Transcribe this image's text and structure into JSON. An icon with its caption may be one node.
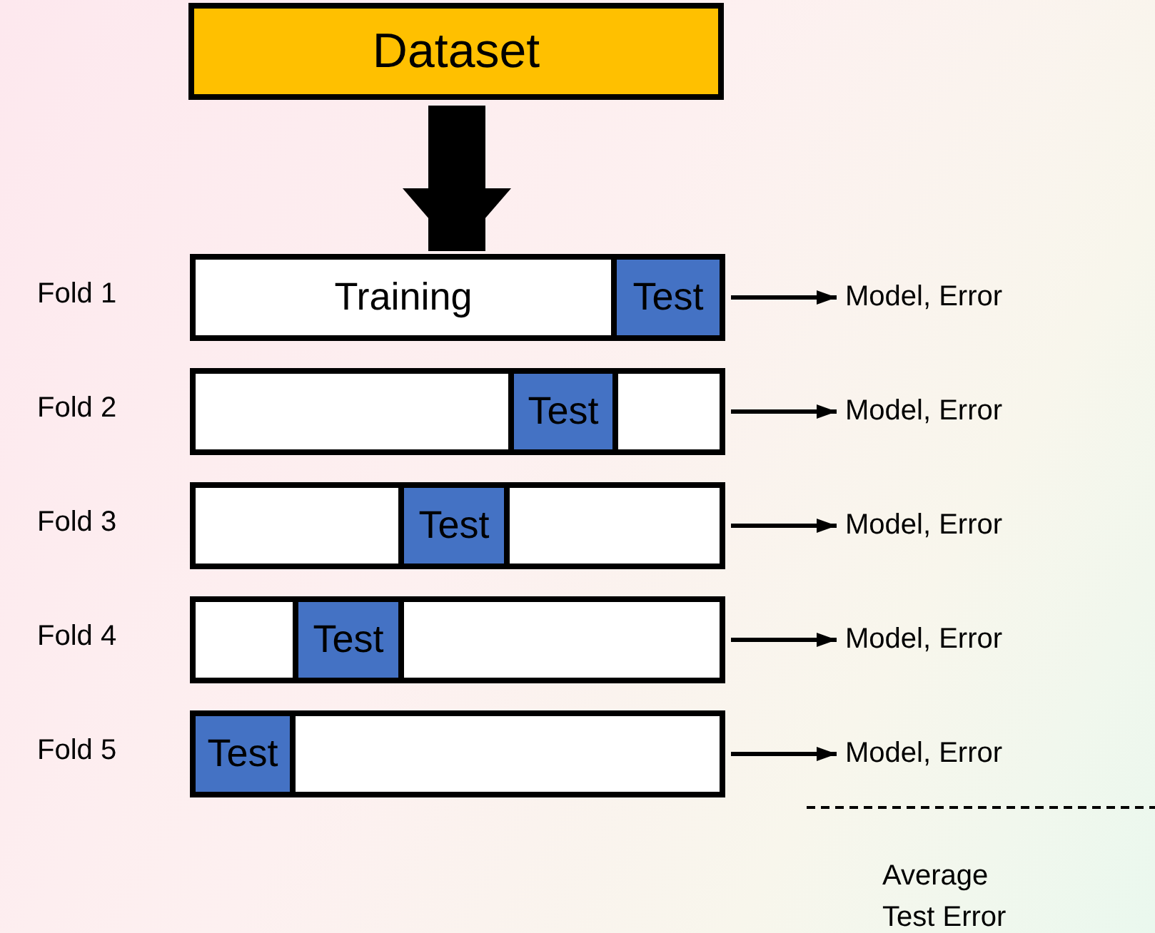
{
  "diagram": {
    "nodes": [
      {
        "text": [
          "Dataset"
        ]
      },
      {
        "text": [],
        "shape": "bar",
        "beside": [
          "Fold 1"
        ]
      },
      {
        "text": [
          "Training"
        ],
        "in": 1
      },
      {
        "text": [
          "Test"
        ],
        "in": 1
      },
      {
        "text": [
          "Model, Error"
        ]
      },
      {
        "text": [],
        "shape": "bar",
        "beside": [
          "Fold 2"
        ]
      },
      {
        "text": [],
        "shape": "box",
        "in": 5
      },
      {
        "text": [
          "Test"
        ],
        "in": 5
      },
      {
        "text": [],
        "shape": "box",
        "in": 5
      },
      {
        "text": [
          "Model, Error"
        ]
      },
      {
        "text": [],
        "shape": "bar",
        "beside": [
          "Fold 3"
        ]
      },
      {
        "text": [],
        "shape": "box",
        "in": 10
      },
      {
        "text": [
          "Test"
        ],
        "in": 10
      },
      {
        "text": [],
        "shape": "box",
        "in": 10
      },
      {
        "text": [
          "Model, Error"
        ]
      },
      {
        "text": [],
        "shape": "bar",
        "beside": [
          "Fold 4"
        ]
      },
      {
        "text": [],
        "shape": "box",
        "in": 15
      },
      {
        "text": [
          "Test"
        ],
        "in": 15
      },
      {
        "text": [],
        "shape": "box",
        "in": 15
      },
      {
        "text": [
          "Model, Error"
        ]
      },
      {
        "text": [],
        "shape": "bar",
        "beside": [
          "Fold 5"
        ]
      },
      {
        "text": [
          "Test"
        ],
        "in": 20
      },
      {
        "text": [],
        "shape": "box",
        "in": 20
      },
      {
        "text": [
          "Model, Error"
        ]
      }
    ],
    "edges": [
      {
        "from": 0,
        "to": 1,
        "arrow": "to",
        "style": "thick"
      },
      {
        "from": 1,
        "to": 4,
        "arrow": "to"
      },
      {
        "from": 5,
        "to": 9,
        "arrow": "to"
      },
      {
        "from": 10,
        "to": 14,
        "arrow": "to"
      },
      {
        "from": 15,
        "to": 19,
        "arrow": "to"
      },
      {
        "from": 20,
        "to": 23,
        "arrow": "to"
      }
    ],
    "labels": [
      "Average Test Error"
    ]
  }
}
